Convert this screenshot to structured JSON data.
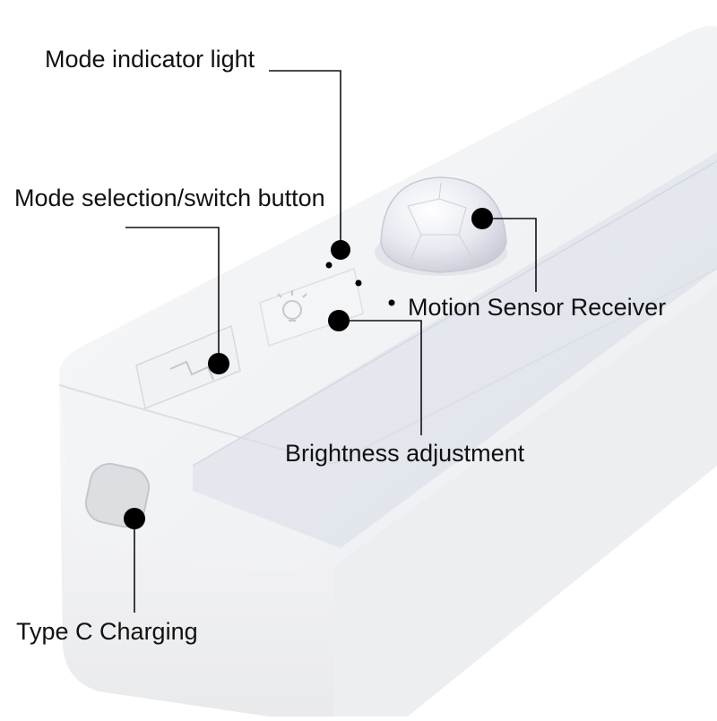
{
  "callouts": {
    "mode_indicator_light": "Mode indicator light",
    "mode_selection_button": "Mode selection/switch button",
    "motion_sensor_receiver": "Motion Sensor Receiver",
    "brightness_adjustment": "Brightness adjustment",
    "type_c_charging": "Type C Charging"
  },
  "colors": {
    "marker": "#000000",
    "leader_line": "#111111",
    "device_body": "#f3f4f6",
    "light_panel": "#e6e9ef"
  },
  "icons": [
    "light-bulb-icon",
    "stair-icon"
  ]
}
